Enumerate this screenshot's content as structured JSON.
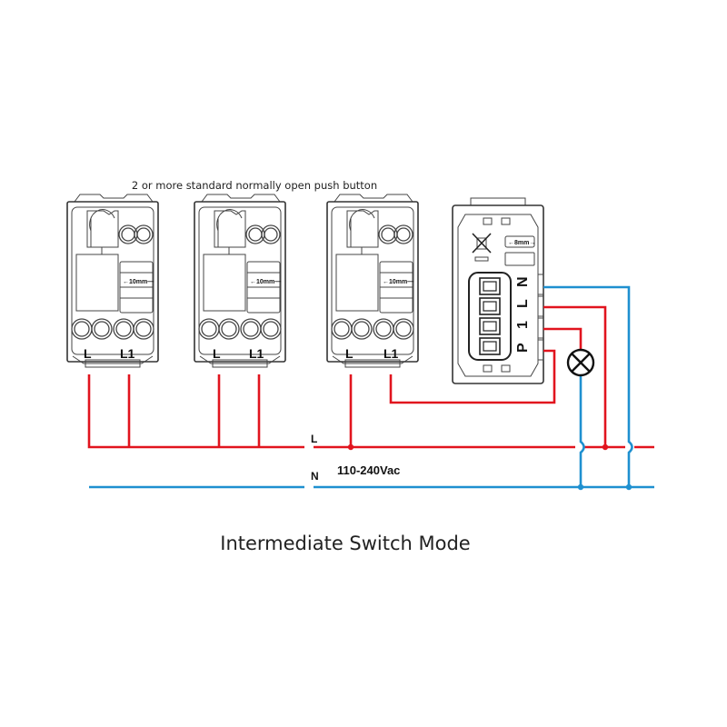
{
  "diagram": {
    "title": "Intermediate Switch Mode",
    "top_caption": "2 or more standard normally open push button",
    "supply": {
      "live_label": "L",
      "neutral_label": "N",
      "voltage": "110-240Vac"
    },
    "push_buttons": [
      {
        "terminal_left": "L",
        "terminal_right": "L1",
        "dimension": "←10mm—"
      },
      {
        "terminal_left": "L",
        "terminal_right": "L1",
        "dimension": "←10mm—"
      },
      {
        "terminal_left": "L",
        "terminal_right": "L1",
        "dimension": "←10mm—"
      }
    ],
    "smart_switch": {
      "terminals": [
        "N",
        "L",
        "1",
        "P"
      ],
      "strip_length": "←8mm→",
      "icon": "weee-crossed-bin-icon"
    },
    "load": {
      "icon": "lamp-icon"
    },
    "wire_colors": {
      "live": "#e1141e",
      "neutral": "#1e90d0"
    }
  }
}
